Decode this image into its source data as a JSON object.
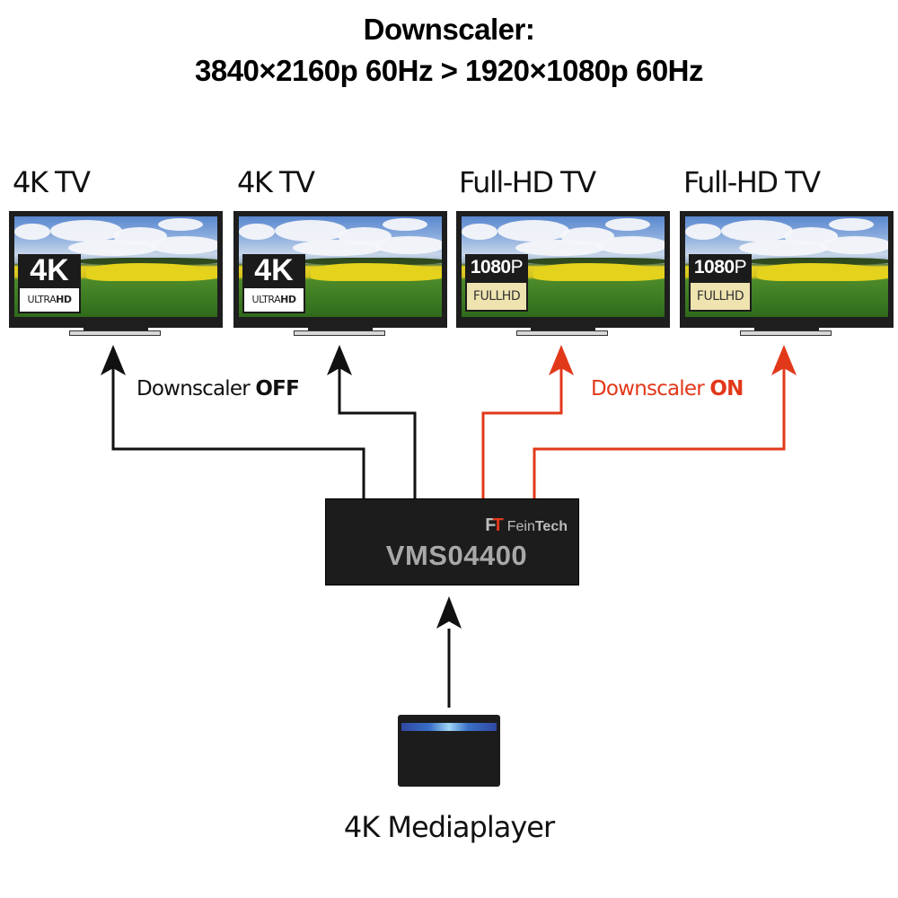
{
  "title": {
    "line1": "Downscaler:",
    "line2": "3840×2160p 60Hz > 1920×1080p 60Hz"
  },
  "tvs": [
    {
      "label": "4K TV",
      "badge_top": "4K",
      "badge_bottom_regular": "ULTRA",
      "badge_bottom_bold": "HD",
      "type": "4k"
    },
    {
      "label": "4K TV",
      "badge_top": "4K",
      "badge_bottom_regular": "ULTRA",
      "badge_bottom_bold": "HD",
      "type": "4k"
    },
    {
      "label": "Full-HD TV",
      "badge_top_bold": "1080",
      "badge_top_regular": "P",
      "badge_bottom_regular": "FULL",
      "badge_bottom_bold": "HD",
      "type": "fullhd"
    },
    {
      "label": "Full-HD TV",
      "badge_top_bold": "1080",
      "badge_top_regular": "P",
      "badge_bottom_regular": "FULL",
      "badge_bottom_bold": "HD",
      "type": "fullhd"
    }
  ],
  "downscaler_off": {
    "prefix": "Downscaler ",
    "state": "OFF",
    "color": "#111111"
  },
  "downscaler_on": {
    "prefix": "Downscaler ",
    "state": "ON",
    "color": "#e2381a"
  },
  "device": {
    "brand_regular": "Fein",
    "brand_bold": "Tech",
    "logo_f": "F",
    "logo_t": "T",
    "model": "VMS04400"
  },
  "source": {
    "label": "4K Mediaplayer"
  },
  "colors": {
    "off_line": "#111111",
    "on_line": "#e2381a",
    "device_body": "#1c1c1c"
  }
}
